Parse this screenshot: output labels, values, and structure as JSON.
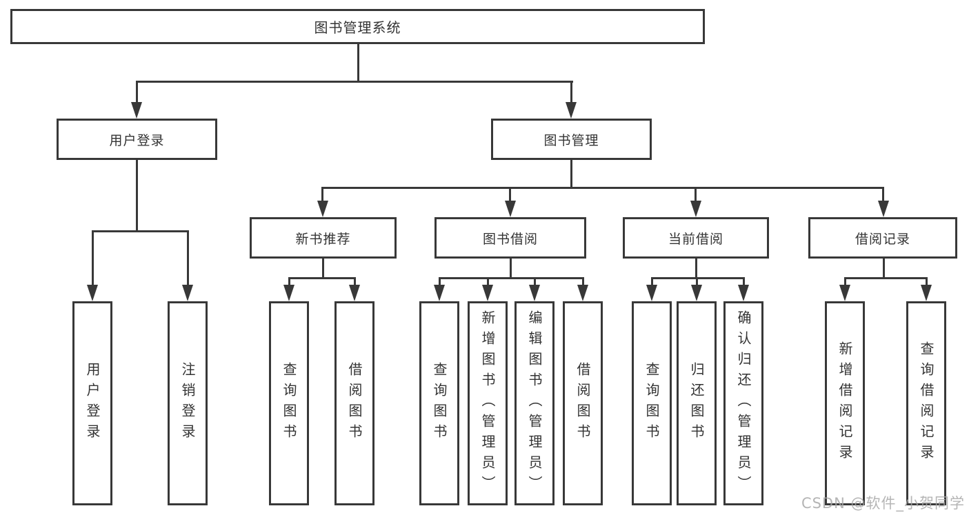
{
  "tree": {
    "label": "图书管理系统",
    "children": [
      {
        "label": "用户登录",
        "children": [
          {
            "label": "用户登录"
          },
          {
            "label": "注销登录"
          }
        ]
      },
      {
        "label": "图书管理",
        "children": [
          {
            "label": "新书推荐",
            "children": [
              {
                "label": "查询图书"
              },
              {
                "label": "借阅图书"
              }
            ]
          },
          {
            "label": "图书借阅",
            "children": [
              {
                "label": "查询图书"
              },
              {
                "label": "新增图书（管理员）"
              },
              {
                "label": "编辑图书（管理员）"
              },
              {
                "label": "借阅图书"
              }
            ]
          },
          {
            "label": "当前借阅",
            "children": [
              {
                "label": "查询图书"
              },
              {
                "label": "归还图书"
              },
              {
                "label": "确认归还（管理员）"
              }
            ]
          },
          {
            "label": "借阅记录",
            "children": [
              {
                "label": "新增借阅记录"
              },
              {
                "label": "查询借阅记录"
              }
            ]
          }
        ]
      }
    ]
  },
  "watermark": "CSDN @软件_小贺同学",
  "colors": {
    "line": "#383838",
    "text": "#333333",
    "watermark": "#a8a8a8",
    "background": "#ffffff"
  }
}
